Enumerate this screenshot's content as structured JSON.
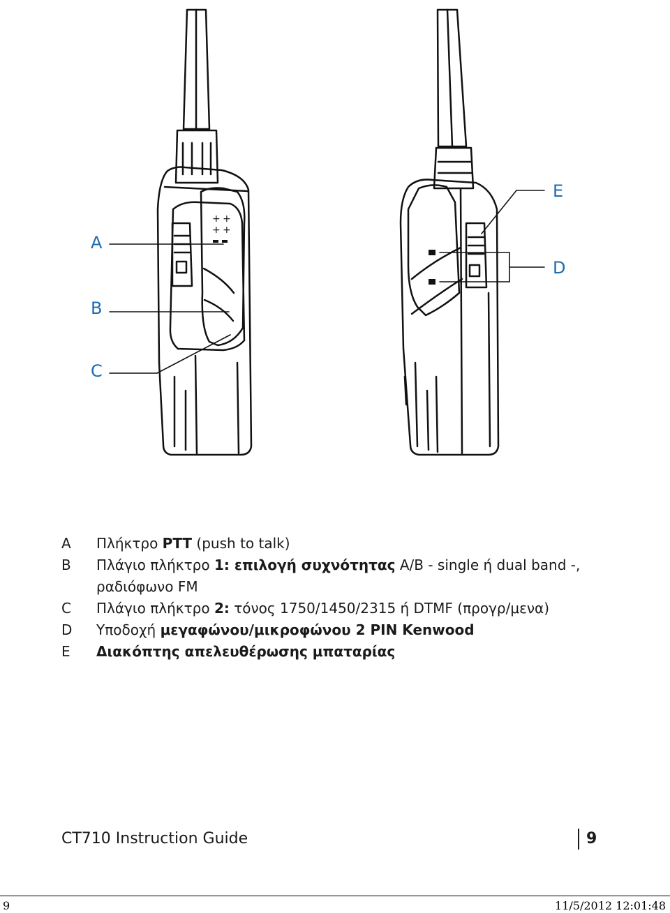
{
  "callouts": {
    "a": "A",
    "b": "B",
    "c": "C",
    "d": "D",
    "e": "E"
  },
  "legend": [
    {
      "letter": "A",
      "plain_before": "Πλήκτρο ",
      "bold": "PTT",
      "plain_after": " (push to talk)",
      "line2": ""
    },
    {
      "letter": "B",
      "plain_before": "Πλάγιο πλήκτρο ",
      "bold": "1: επιλογή συχνότητας",
      "plain_after": " A/B - single ή dual band -,",
      "line2": "ραδιόφωνο FM"
    },
    {
      "letter": "C",
      "plain_before": "Πλάγιο πλήκτρο ",
      "bold": "2:",
      "plain_after": " τόνος 1750/1450/2315 ή DTMF (προγρ/μενα)",
      "line2": ""
    },
    {
      "letter": "D",
      "plain_before": "Υποδοχή ",
      "bold": "μεγαφώνου/μικροφώνου 2 PIN Kenwood",
      "plain_after": "",
      "line2": ""
    },
    {
      "letter": "E",
      "plain_before": "",
      "bold": "Διακόπτης απελευθέρωσης μπαταρίας",
      "plain_after": "",
      "line2": ""
    }
  ],
  "footer": {
    "title": "CT710 Instruction Guide",
    "page": "9"
  },
  "print_stamp": {
    "page": "9",
    "datetime": "11/5/2012   12:01:48"
  },
  "colors": {
    "callout": "#1e6bb0",
    "line_art": "#111111"
  }
}
